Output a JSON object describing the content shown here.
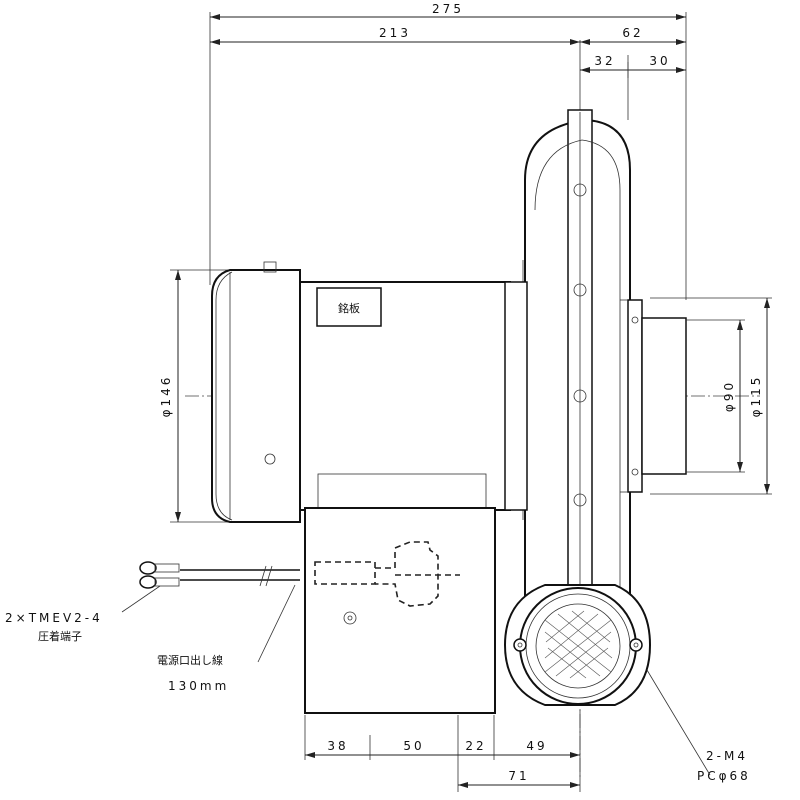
{
  "dimensions": {
    "overall_length": "275",
    "motor_to_flange": "213",
    "fan_depth": "62",
    "fan_part_a": "32",
    "fan_part_b": "30",
    "motor_diameter": "φ146",
    "outlet_inner_diameter": "φ90",
    "outlet_outer_diameter": "φ115",
    "base_dims": [
      "38",
      "50",
      "22",
      "49"
    ],
    "base_offset": "71"
  },
  "labels": {
    "nameplate": "銘板",
    "terminal_spec": "2×TMEV2-4",
    "terminal_name": "圧着端子",
    "lead_wire": "電源口出し線",
    "lead_wire_length": "130mm",
    "mount_holes": "2-M4",
    "pitch_circle": "PCφ68"
  },
  "colors": {
    "line": "#111111",
    "dimension": "#222222",
    "background": "#ffffff"
  }
}
